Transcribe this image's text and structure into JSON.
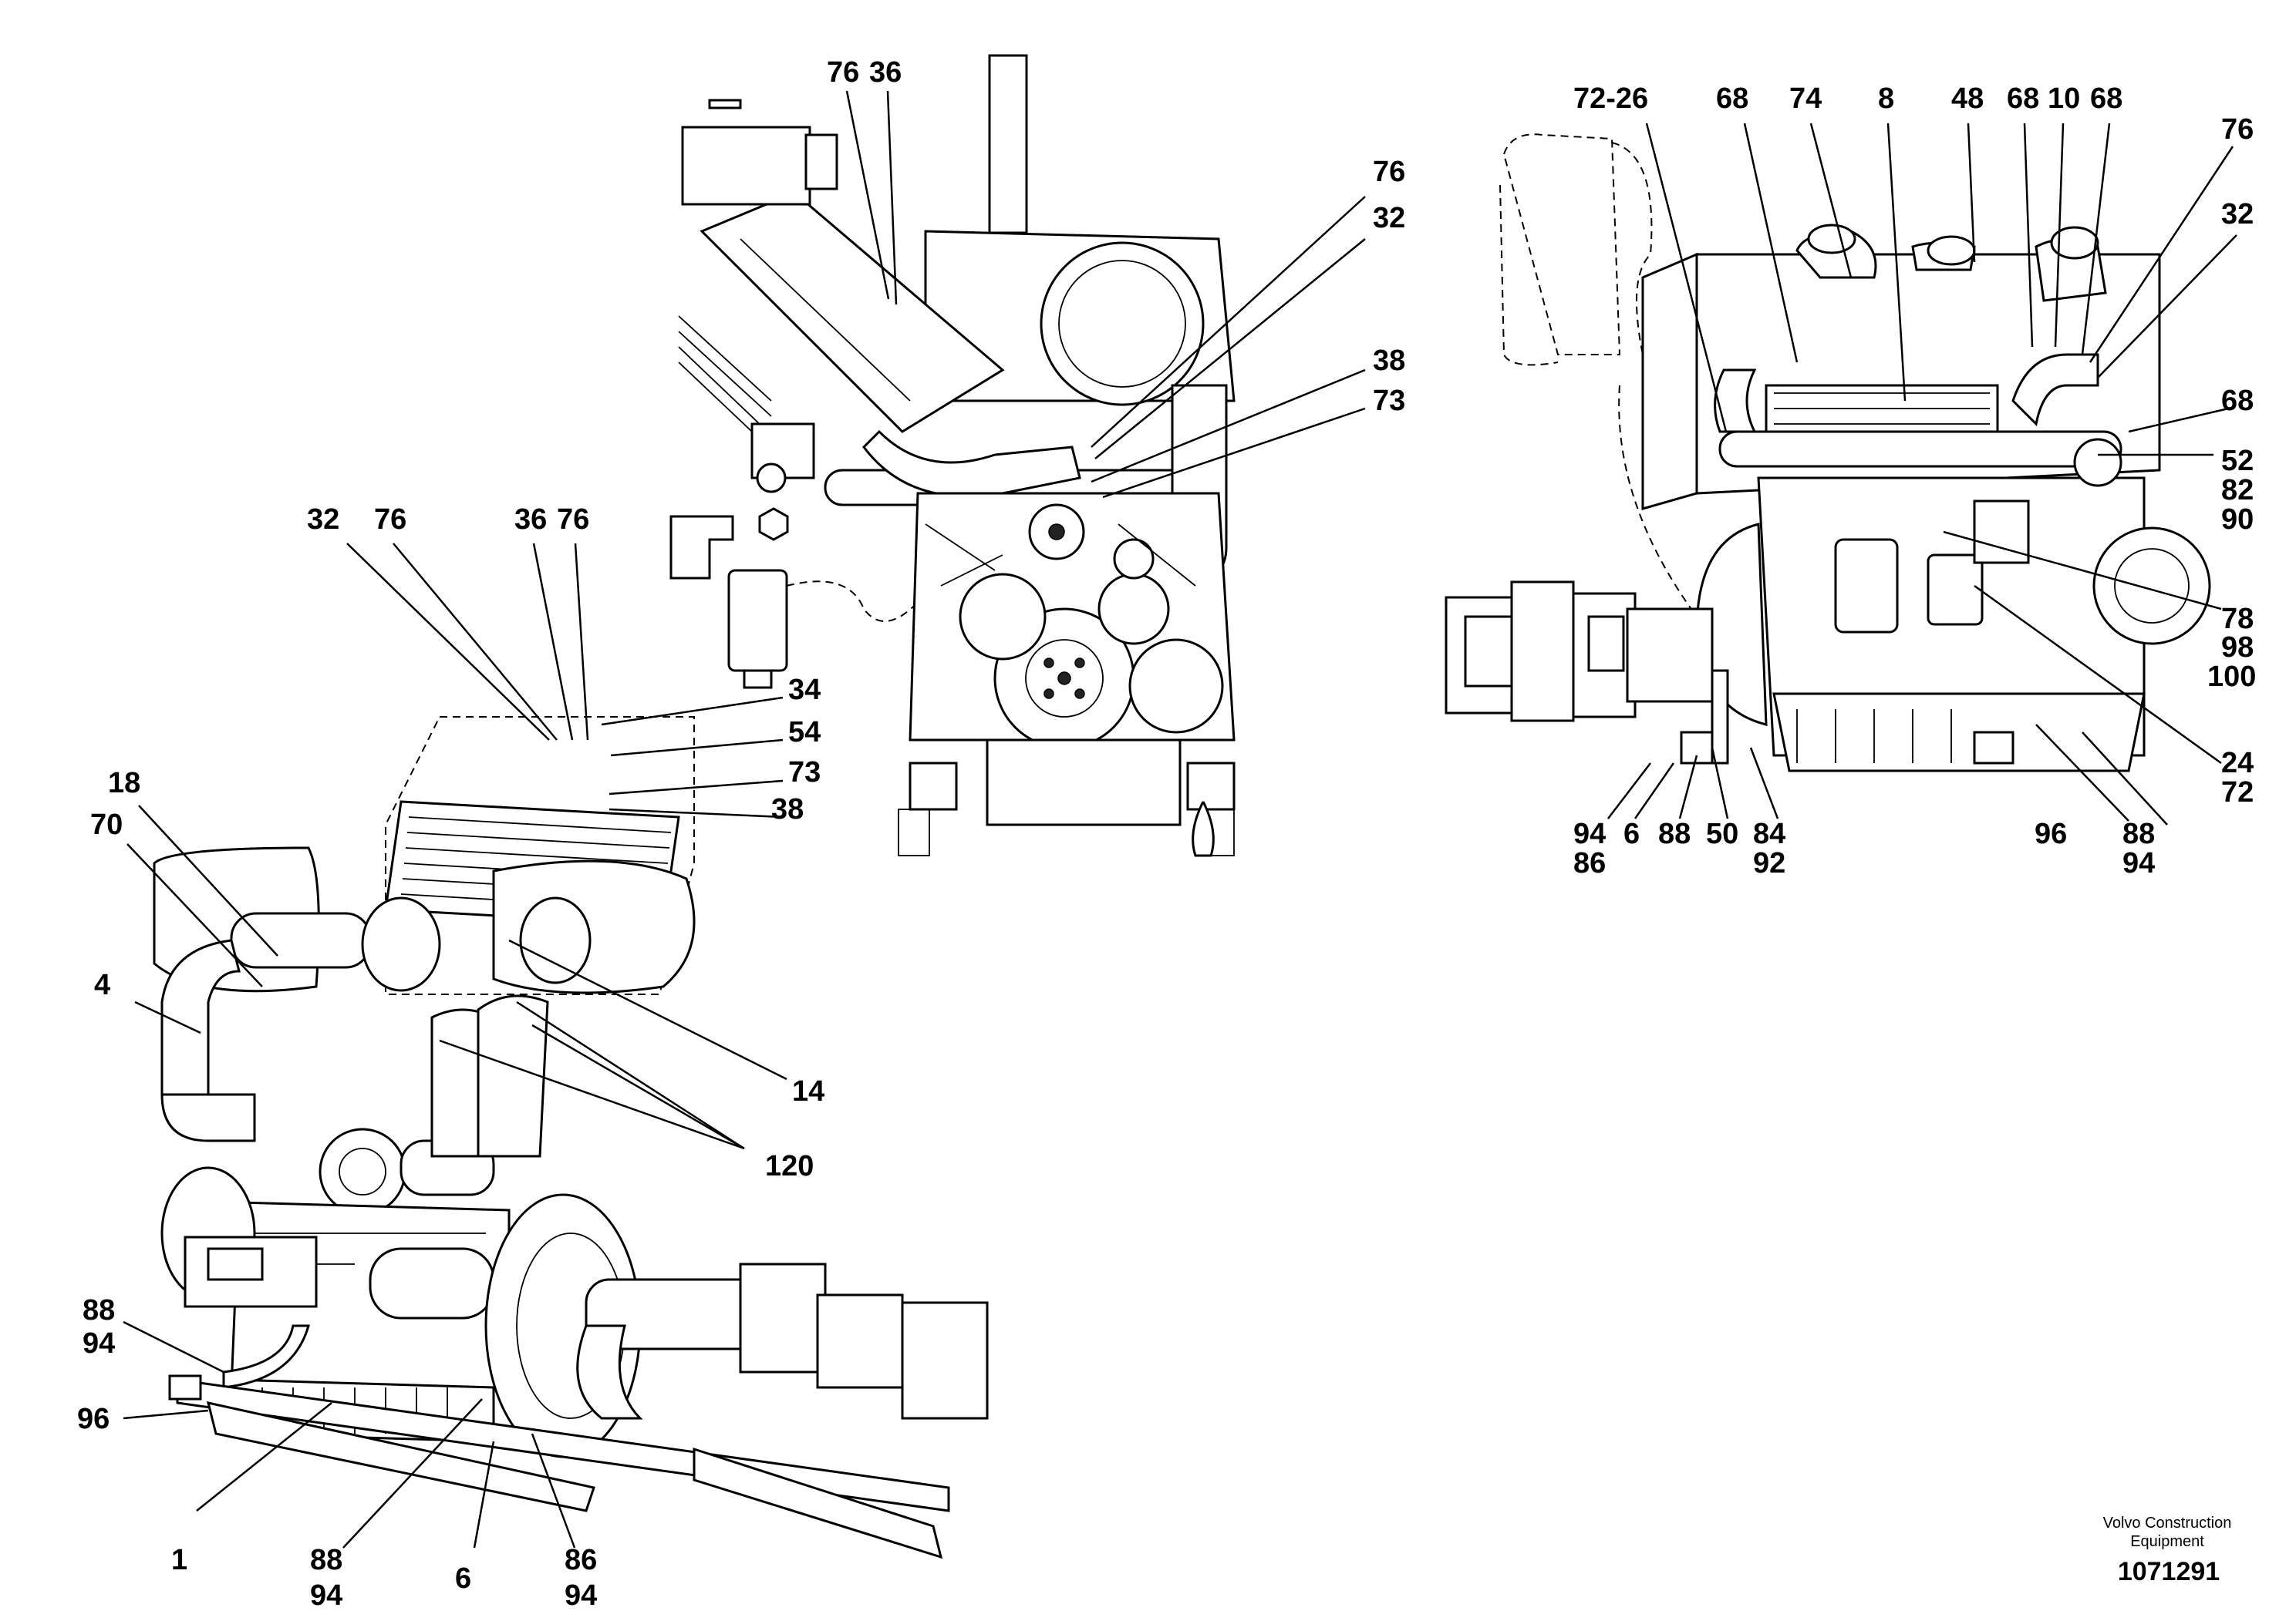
{
  "callouts": {
    "c76a": "76",
    "c36a": "36",
    "c76b": "76",
    "c32b": "32",
    "c38b": "38",
    "c73b": "73",
    "c32c": "32",
    "c76c": "76",
    "c36c": "36",
    "c76d": "76",
    "c34": "34",
    "c54": "54",
    "c73c": "73",
    "c38c": "38",
    "c18": "18",
    "c70": "70",
    "c4": "4",
    "c14": "14",
    "c120": "120",
    "c88a": "88",
    "c94a": "94",
    "c96a": "96",
    "c1": "1",
    "c88b": "88",
    "c94b": "94",
    "c6a": "6",
    "c86a": "86",
    "c94c": "94",
    "c7226": "72-26",
    "c68a": "68",
    "c74": "74",
    "c8": "8",
    "c48": "48",
    "c68b": "68",
    "c10": "10",
    "c68c": "68",
    "c76e": "76",
    "c32e": "32",
    "c68d": "68",
    "c52": "52",
    "c82": "82",
    "c90": "90",
    "c78": "78",
    "c98": "98",
    "c100": "100",
    "c24": "24",
    "c72": "72",
    "c94d": "94",
    "c86b": "86",
    "c6b": "6",
    "c88c": "88",
    "c50": "50",
    "c84": "84",
    "c92": "92",
    "c96b": "96",
    "c88d": "88",
    "c94e": "94"
  },
  "footer": {
    "company_line1": "Volvo Construction",
    "company_line2": "Equipment",
    "drawing_number": "1071291"
  }
}
